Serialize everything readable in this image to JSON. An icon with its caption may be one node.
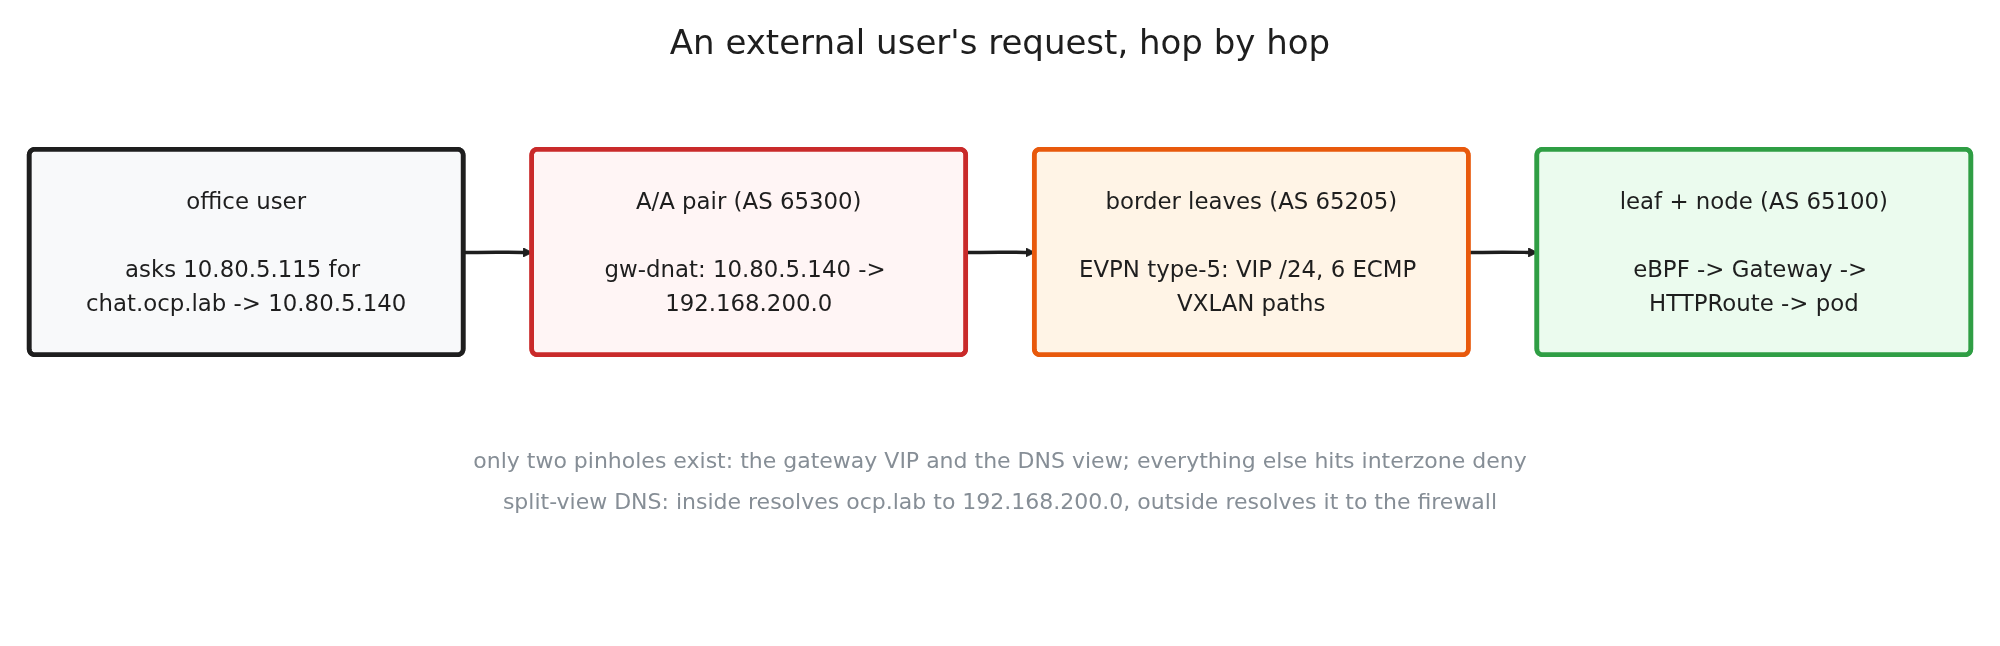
{
  "diagram": {
    "title": "An external user's request, hop by hop",
    "nodes": [
      {
        "text": [
          "office user",
          "asks 10.80.5.115 for chat.ocp.lab -> 10.80.5.140"
        ]
      },
      {
        "text": [
          "A/A pair (AS 65300)",
          "gw-dnat: 10.80.5.140 -> 192.168.200.0"
        ]
      },
      {
        "text": [
          "border leaves (AS 65205)",
          "EVPN type-5: VIP /24, 6 ECMP VXLAN paths"
        ]
      },
      {
        "text": [
          "leaf + node (AS 65100)",
          "eBPF -> Gateway -> HTTPRoute -> pod"
        ]
      }
    ],
    "edges": [
      {
        "from": 0,
        "to": 1,
        "arrow": "to"
      },
      {
        "from": 1,
        "to": 2,
        "arrow": "to"
      },
      {
        "from": 2,
        "to": 3,
        "arrow": "to"
      }
    ],
    "labels": [
      "only two pinholes exist: the gateway VIP and the DNS view; everything else hits interzone deny",
      "split-view DNS: inside resolves ocp.lab to 192.168.200.0, outside resolves it to the firewall"
    ]
  }
}
